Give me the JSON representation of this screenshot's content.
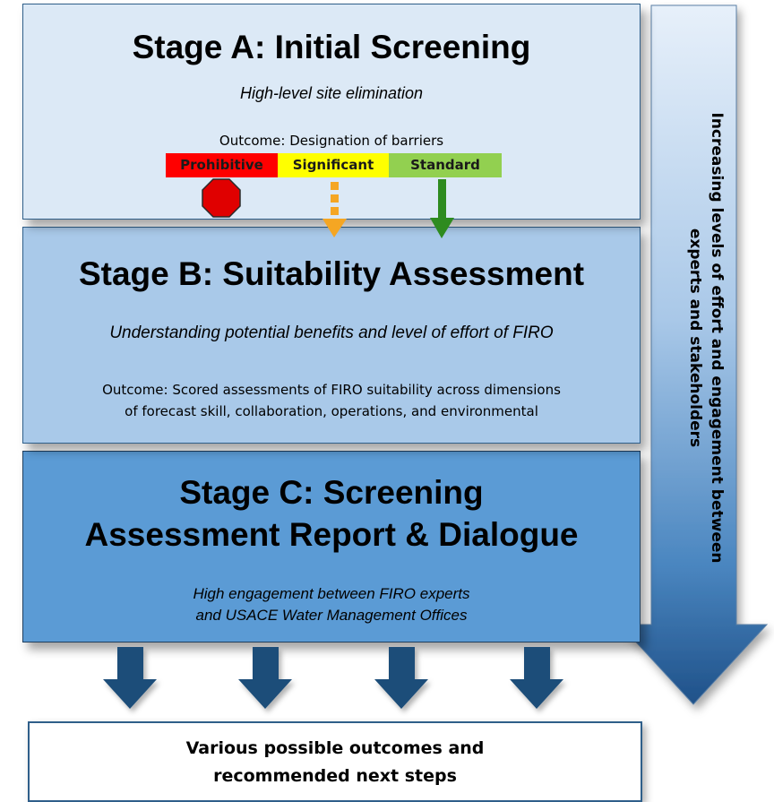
{
  "stage_a": {
    "title": "Stage A: Initial Screening",
    "subtitle": "High-level site elimination",
    "outcome": "Outcome: Designation of barriers",
    "barriers": [
      {
        "label": "Prohibitive",
        "color": "#ff0000"
      },
      {
        "label": "Significant",
        "color": "#ffff00"
      },
      {
        "label": "Standard",
        "color": "#92d050"
      }
    ]
  },
  "stage_b": {
    "title": "Stage B: Suitability Assessment",
    "subtitle": "Understanding potential benefits and level of effort of FIRO",
    "outcome_line1": "Outcome: Scored assessments of FIRO suitability across dimensions",
    "outcome_line2": "of forecast skill, collaboration, operations, and environmental"
  },
  "stage_c": {
    "title_line1": "Stage C: Screening",
    "title_line2": "Assessment Report & Dialogue",
    "subtitle_line1": "High engagement between FIRO experts",
    "subtitle_line2": "and USACE Water Management Offices"
  },
  "final": {
    "line1": "Various possible outcomes and",
    "line2": "recommended next steps"
  },
  "side_arrow": {
    "text_line1": "Increasing levels of effort and engagement between",
    "text_line2": "experts and stakeholders"
  },
  "colors": {
    "stop_sign": "#e00000",
    "significant_arrow": "#f5a623",
    "standard_arrow": "#2e8b1f",
    "down_arrow": "#1f4e79"
  }
}
